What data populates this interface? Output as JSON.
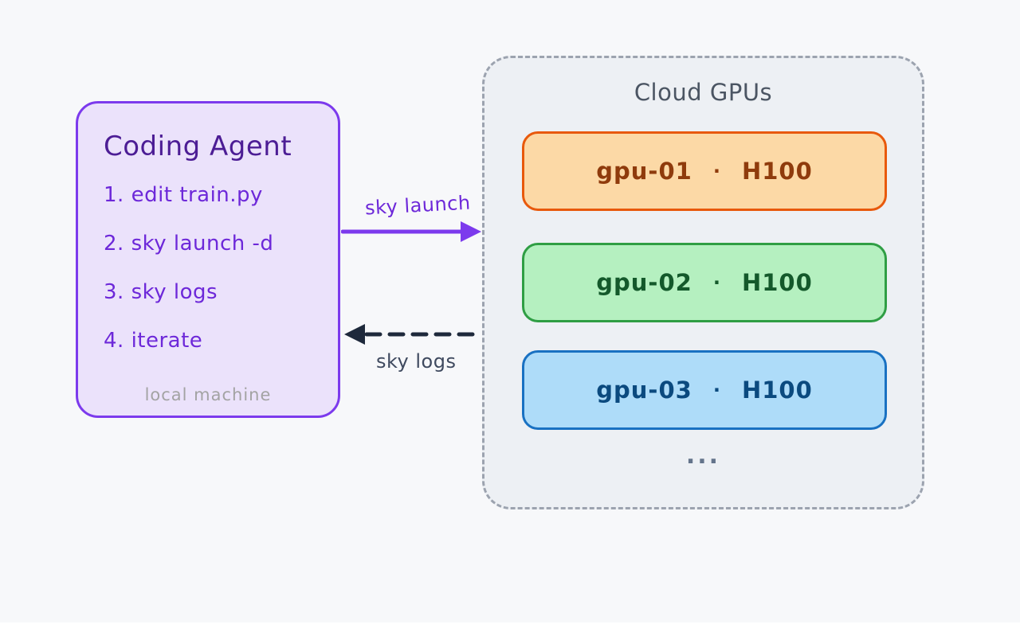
{
  "agent": {
    "title": "Coding Agent",
    "steps": [
      "1. edit train.py",
      "2. sky launch -d",
      "3. sky logs",
      "4. iterate"
    ],
    "footnote": "local machine"
  },
  "arrows": {
    "launch_label": "sky launch",
    "logs_label": "sky logs"
  },
  "cloud": {
    "title": "Cloud GPUs",
    "separator": "·",
    "gpus": [
      {
        "name": "gpu-01",
        "type": "H100"
      },
      {
        "name": "gpu-02",
        "type": "H100"
      },
      {
        "name": "gpu-03",
        "type": "H100"
      }
    ],
    "ellipsis": "..."
  },
  "colors": {
    "accent_purple": "#7c3aed",
    "agent_fill": "#ebe2fb",
    "agent_title_text": "#4c1d95",
    "arrow_navy": "#1e293b",
    "cloud_fill": "#edf0f4",
    "cloud_border": "#9ca3af",
    "gpu_orange_border": "#e8590c",
    "gpu_orange_fill": "#fcd9a6",
    "gpu_orange_text": "#8f3b0c",
    "gpu_green_border": "#2f9e44",
    "gpu_green_fill": "#b5f0c0",
    "gpu_green_text": "#14592b",
    "gpu_blue_border": "#1971c2",
    "gpu_blue_fill": "#aedcf9",
    "gpu_blue_text": "#0b4a7f"
  }
}
